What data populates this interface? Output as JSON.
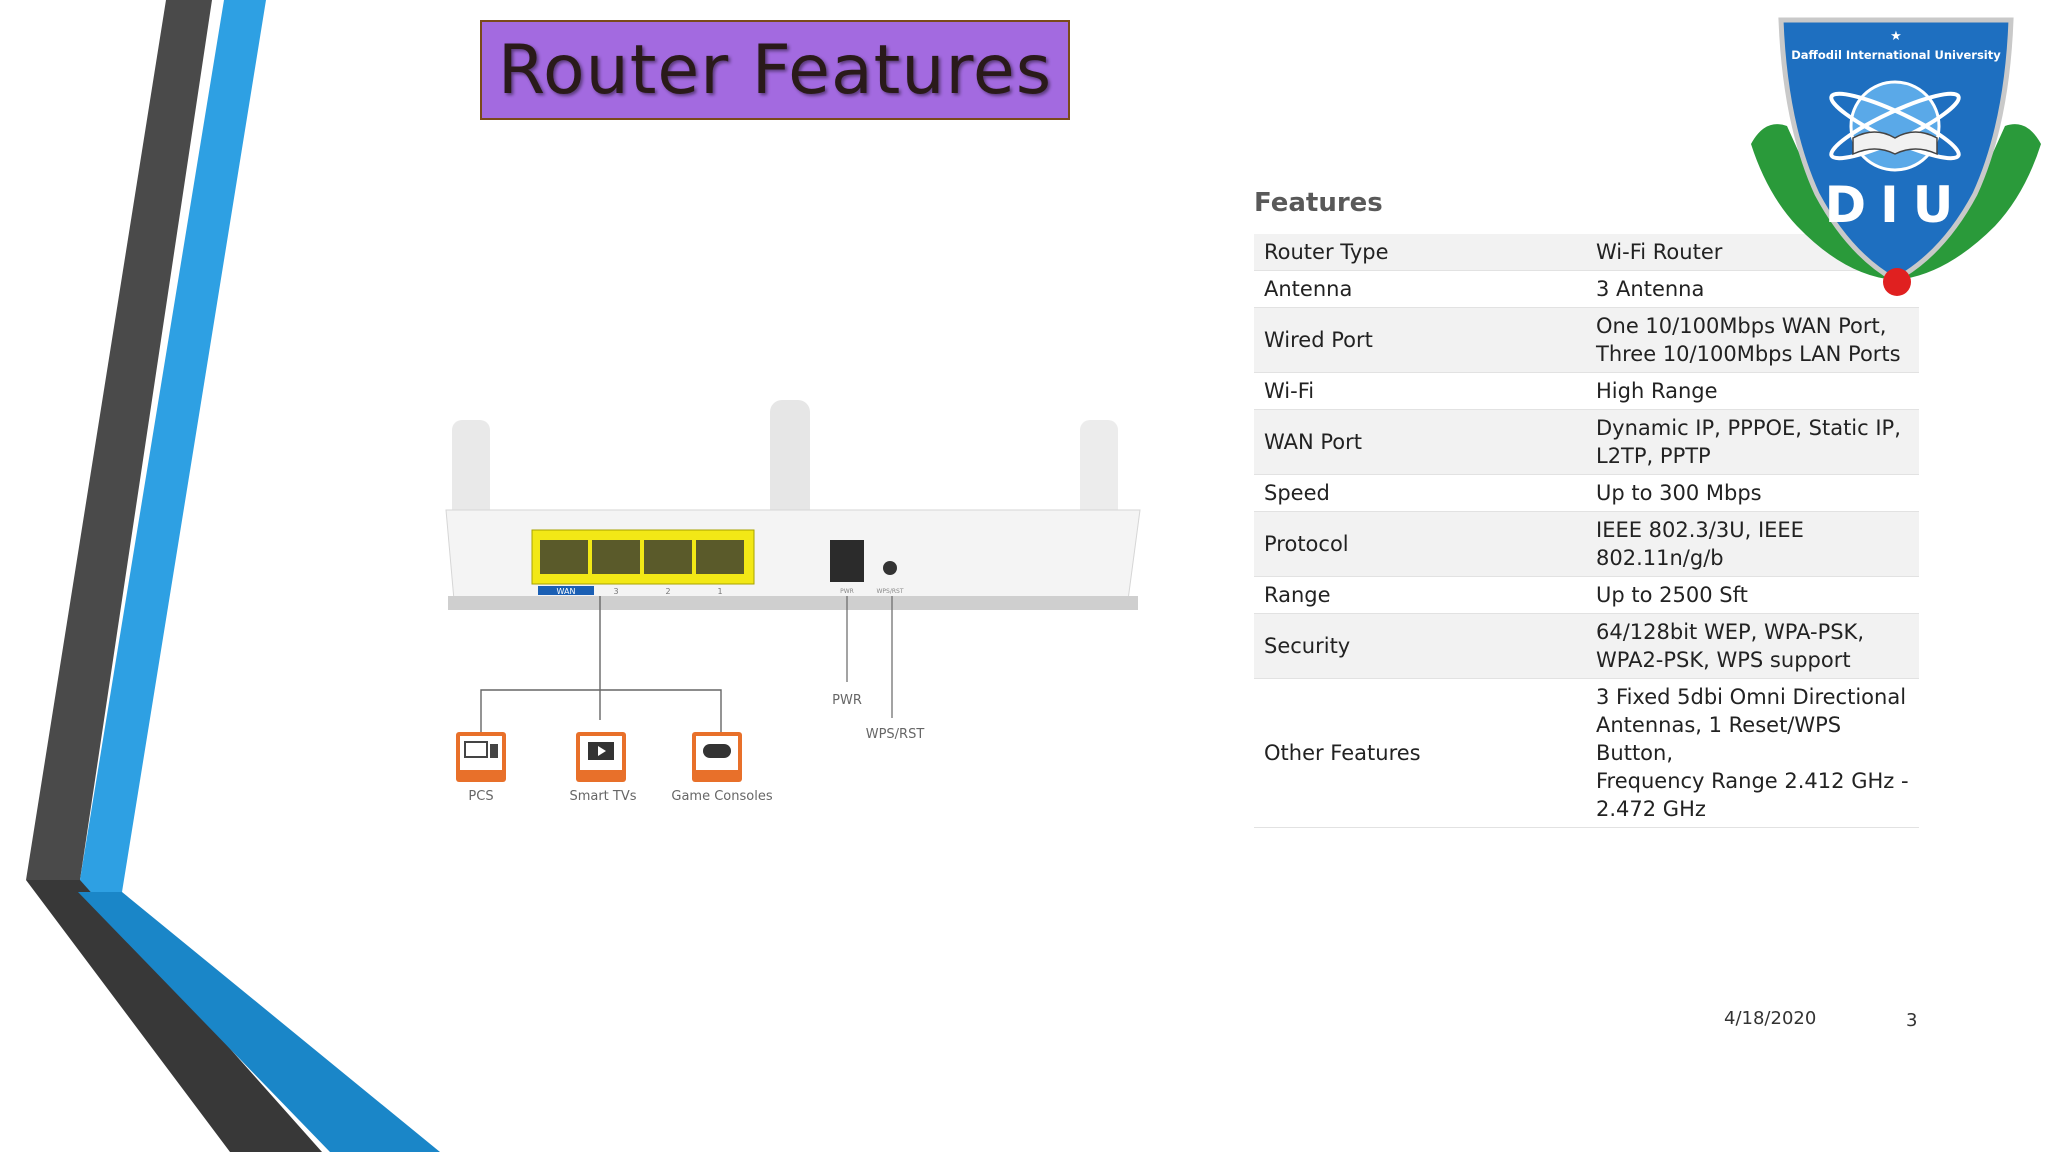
{
  "slide": {
    "title": "Router Features",
    "date": "4/18/2020",
    "page_number": "3"
  },
  "router_image": {
    "ports": [
      "WAN",
      "3",
      "2",
      "1"
    ],
    "jacks": [
      "PWR",
      "WPS/RST"
    ],
    "callouts": [
      "PWR",
      "WPS/RST"
    ],
    "devices": [
      {
        "label": "PCS",
        "icon": "monitor-phone-icon"
      },
      {
        "label": "Smart TVs",
        "icon": "tv-play-icon"
      },
      {
        "label": "Game Consoles",
        "icon": "gamepad-icon"
      }
    ]
  },
  "features": {
    "heading": "Features",
    "rows": [
      {
        "key": "Router Type",
        "value": [
          "Wi-Fi Router"
        ]
      },
      {
        "key": "Antenna",
        "value": [
          "3 Antenna"
        ]
      },
      {
        "key": "Wired Port",
        "value": [
          "One 10/100Mbps WAN Port,",
          "Three 10/100Mbps LAN Ports"
        ]
      },
      {
        "key": "Wi-Fi",
        "value": [
          "High Range"
        ]
      },
      {
        "key": "WAN Port",
        "value": [
          "Dynamic IP, PPPOE, Static IP,",
          "L2TP, PPTP"
        ]
      },
      {
        "key": "Speed",
        "value": [
          "Up to 300 Mbps"
        ]
      },
      {
        "key": "Protocol",
        "value": [
          "IEEE 802.3/3U, IEEE 802.11n/g/b"
        ]
      },
      {
        "key": "Range",
        "value": [
          "Up to 2500 Sft"
        ]
      },
      {
        "key": "Security",
        "value": [
          "64/128bit WEP, WPA-PSK,",
          "WPA2-PSK, WPS support"
        ]
      },
      {
        "key": "Other Features",
        "value": [
          "3 Fixed 5dbi Omni Directional",
          "Antennas, 1 Reset/WPS Button,",
          "Frequency Range 2.412 GHz -",
          "2.472 GHz"
        ]
      }
    ]
  },
  "logo": {
    "text": "Daffodil International University",
    "initials": "DIU"
  },
  "colors": {
    "title_bg": "#a36ae0",
    "accent_blue": "#2ea0e3",
    "accent_dark": "#4a4a4a",
    "port_yellow": "#f2e816",
    "wan_blue": "#1a5fb4",
    "logo_blue": "#1e6fc0",
    "logo_green": "#2a9a3a"
  }
}
